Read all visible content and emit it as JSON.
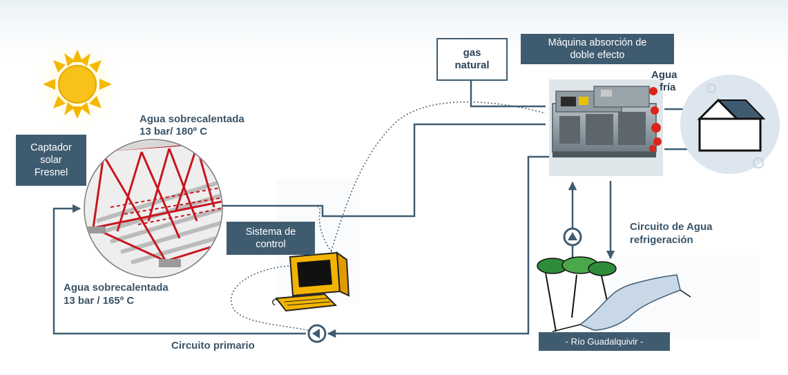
{
  "labels": {
    "captador": "Captador\nsolar\nFresnel",
    "agua_top_1": "Agua sobrecalentada",
    "agua_top_2": "13 bar/ 180º C",
    "agua_bottom_1": "Agua sobrecalentada",
    "agua_bottom_2": "13 bar / 165º C",
    "sistema_control": "Sistema de\ncontrol",
    "circuito_primario": "Circuito primario",
    "gas_natural": "gas\nnatural",
    "maquina": "Máquina absorción de\ndoble efecto",
    "agua_fria_1": "Agua",
    "agua_fria_2": "fría",
    "circuito_agua_1": "Circuito de Agua",
    "circuito_agua_2": "refrigeración",
    "rio": "- Río Guadalquivir -"
  },
  "icons": {
    "sun": "sun-icon",
    "house": "house-icon",
    "computer": "computer-icon",
    "pump": "pump-icon",
    "chiller": "absorption-chiller-icon",
    "trees": "trees-icon",
    "river": "river-icon",
    "collector": "fresnel-collector-icon"
  },
  "colors": {
    "pipe": "#3f5b70",
    "box": "#3f5b70",
    "label_text": "#3a5468",
    "sun": "#f5b800",
    "chiller_red": "#d9261c",
    "computer_yellow": "#f2b400",
    "collector_red": "#c8141e",
    "house_roof": "#3f5b70"
  }
}
